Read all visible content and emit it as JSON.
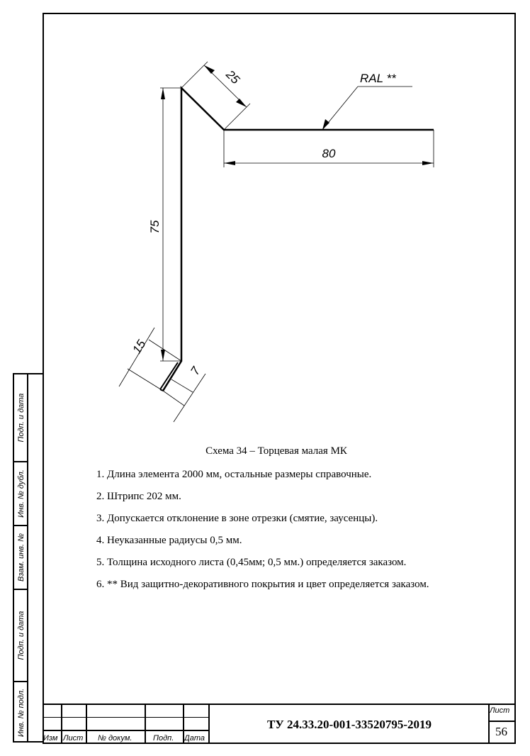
{
  "drawing": {
    "dims": {
      "d25": "25",
      "d80": "80",
      "d75": "75",
      "d15": "15",
      "d7": "7"
    },
    "ral_label": "RAL **"
  },
  "caption": "Схема 34 – Торцевая малая МК",
  "notes": [
    "1. Длина элемента 2000 мм, остальные размеры справочные.",
    "2. Штрипс 202 мм.",
    "3. Допускается отклонение в зоне отрезки (смятие, заусенцы).",
    "4. Неуказанные радиусы 0,5 мм.",
    "5. Толщина исходного листа (0,45мм; 0,5 мм.) определяется заказом.",
    "6. ** Вид защитно-декоративного покрытия и цвет определяется заказом."
  ],
  "side_strip": [
    "Подп. и дата",
    "Инв. № дубл.",
    "Взам. инв. №",
    "Подп. и дата",
    "Инв. № подл."
  ],
  "title_block": {
    "cols": [
      "Изм",
      "Лист",
      "№ докум.",
      "Подп.",
      "Дата"
    ],
    "document": "ТУ 24.33.20-001-33520795-2019",
    "sheet_label": "Лист",
    "sheet_number": "56"
  }
}
